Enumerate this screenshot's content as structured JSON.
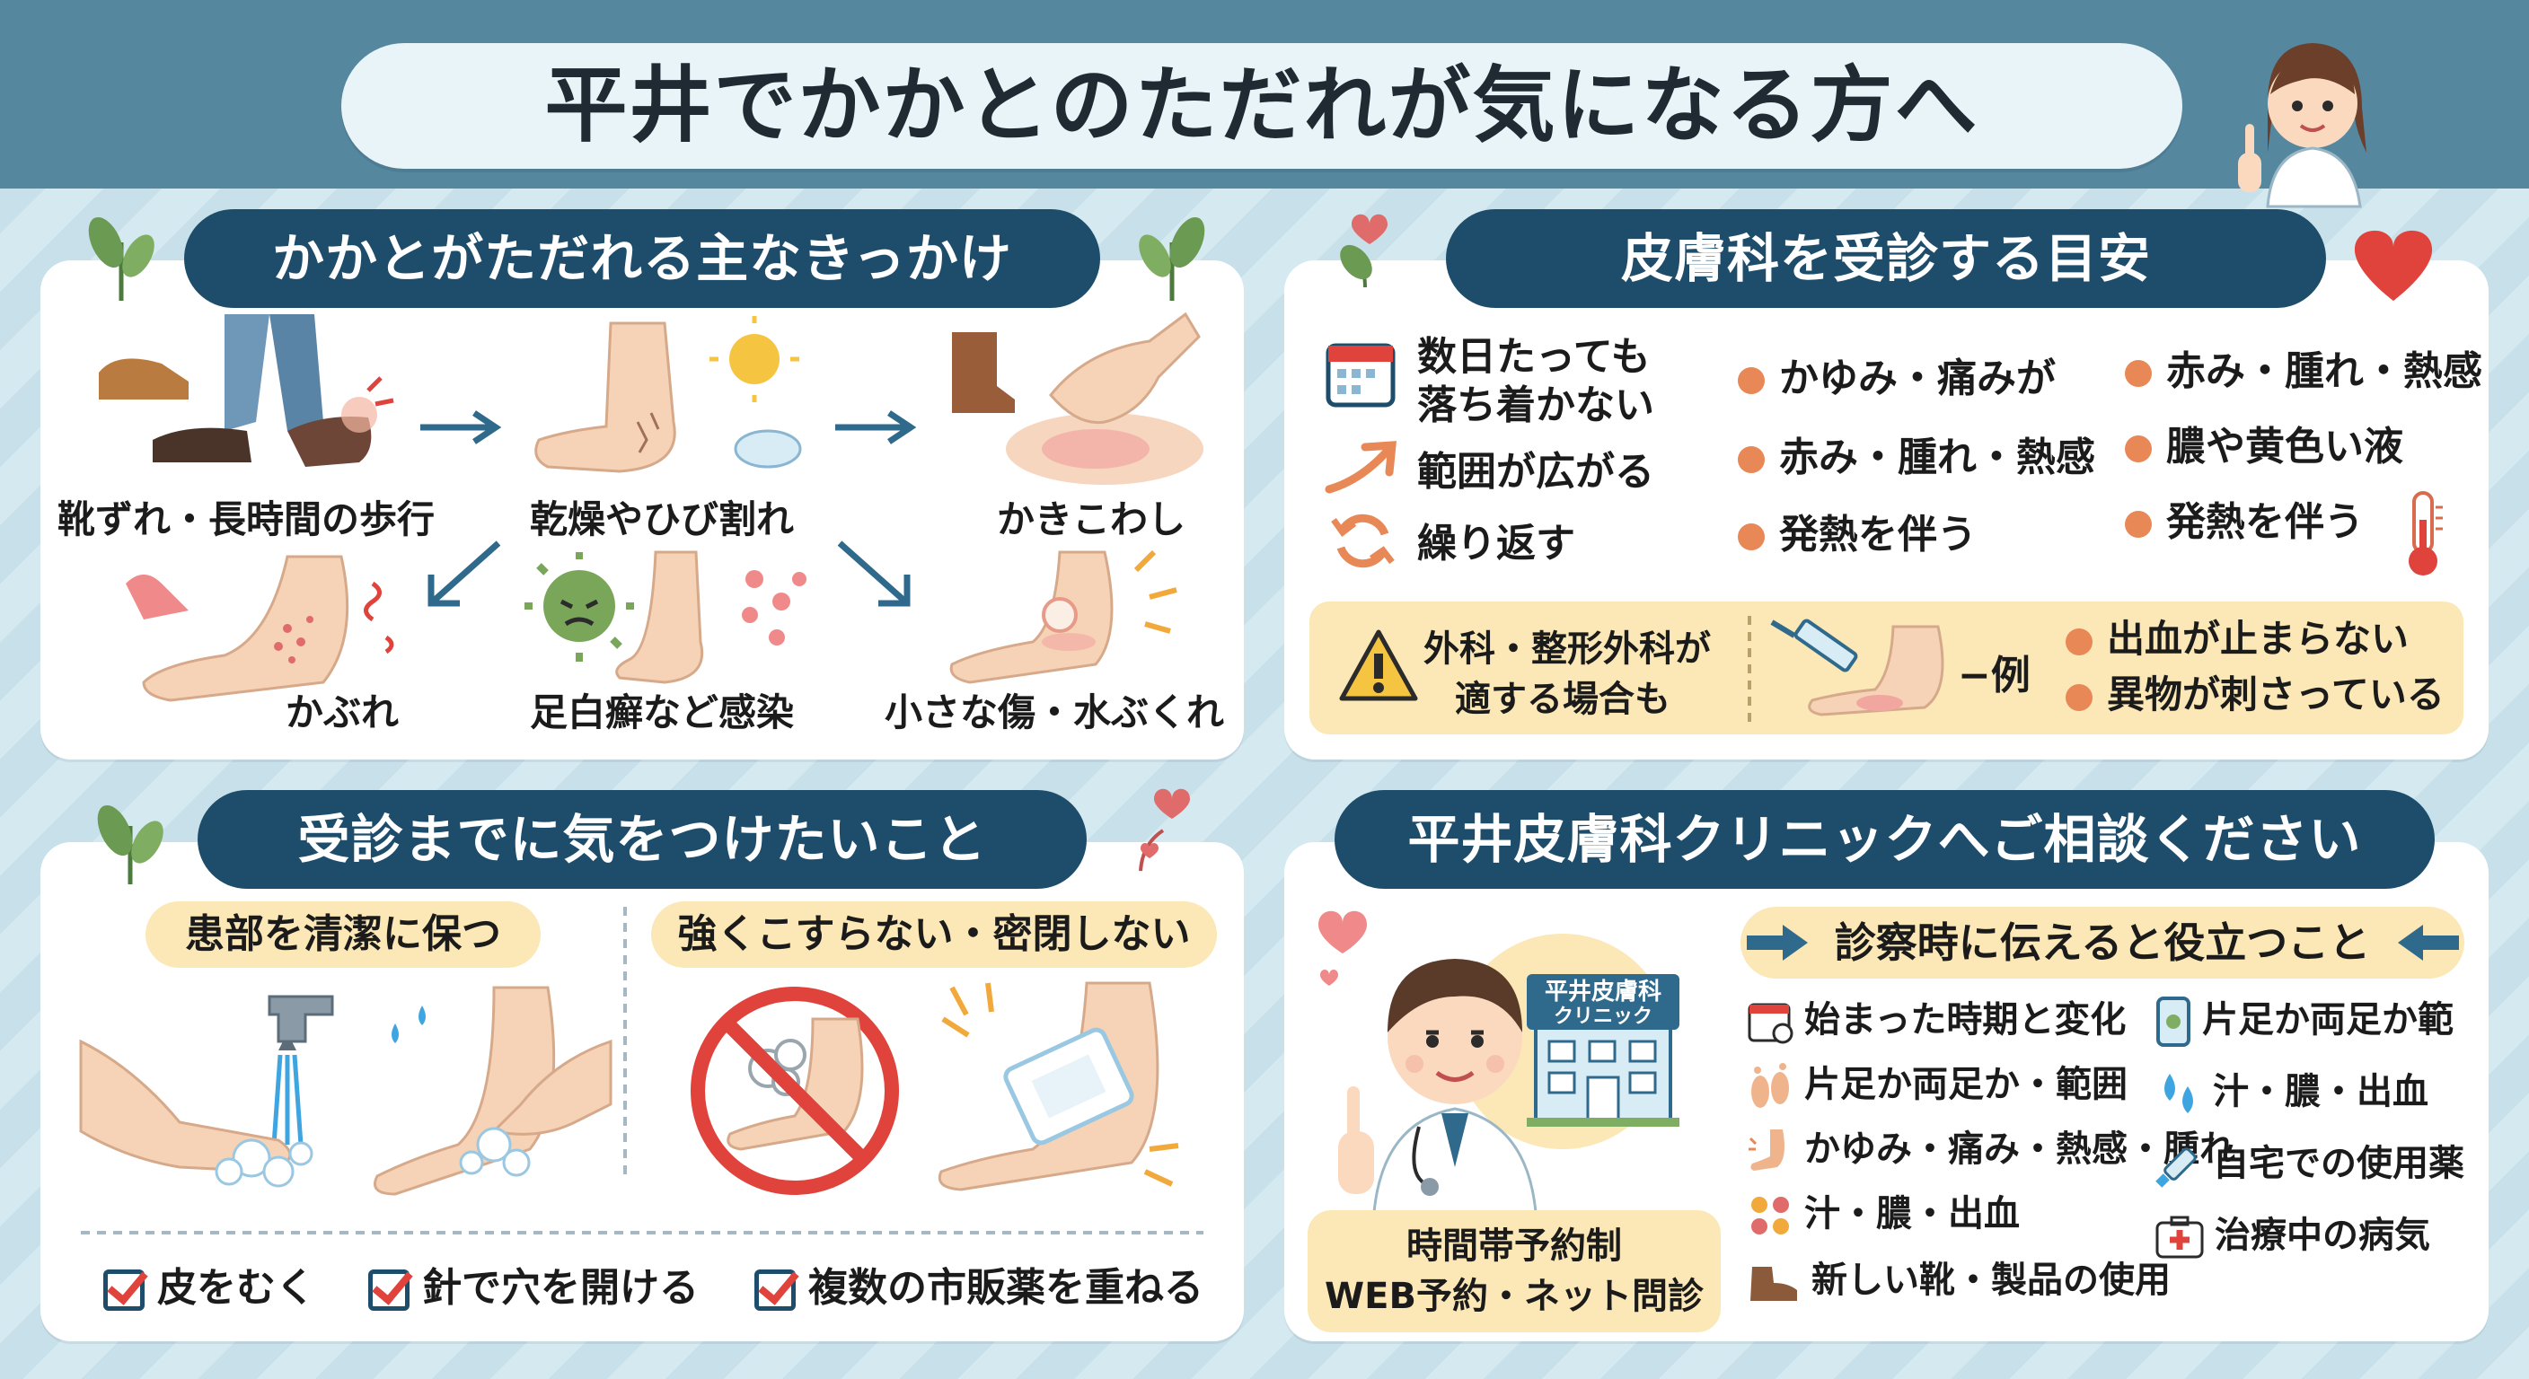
{
  "header": {
    "title": "平井でかかとのただれが気になる方へ"
  },
  "causes": {
    "title": "かかとがただれる主なきっかけ",
    "items": [
      "靴ずれ・長時間の歩行",
      "乾燥やひび割れ",
      "かきこわし",
      "かぶれ",
      "足白癬など感染",
      "小さな傷・水ぶくれ"
    ]
  },
  "criteria": {
    "title": "皮膚科を受診する目安",
    "left": [
      "数日たっても",
      "落ち着かない",
      "範囲が広がる",
      "繰り返す"
    ],
    "mid": [
      "かゆみ・痛みが",
      "赤み・腫れ・熱感",
      "発熱を伴う"
    ],
    "right": [
      "赤み・腫れ・熱感",
      "膿や黄色い液",
      "発熱を伴う"
    ],
    "warning": {
      "line1": "外科・整形外科が",
      "line2": "適する場合も",
      "example": "−例",
      "items": [
        "出血が止まらない",
        "異物が刺さっている"
      ]
    }
  },
  "care": {
    "title": "受診までに気をつけたいこと",
    "tag1": "患部を清潔に保つ",
    "tag2": "強くこすらない・密閉しない",
    "donts": [
      "皮をむく",
      "針で穴を開ける",
      "複数の市販薬を重ねる"
    ]
  },
  "clinic": {
    "title": "平井皮膚科クリニックへご相談ください",
    "sign_line1": "平井皮膚科",
    "sign_line2": "クリニック",
    "reserve": [
      "時間帯予約制",
      "WEB予約・ネット問診"
    ],
    "tips_title": "診察時に伝えると役立つこと",
    "tips_left": [
      "始まった時期と変化",
      "片足か両足か・範囲",
      "かゆみ・痛み・熱感・腫れ",
      "汁・膿・出血",
      "新しい靴・製品の使用"
    ],
    "tips_right": [
      "片足か両足か範",
      "汁・膿・出血",
      "自宅での使用薬",
      "治療中の病気"
    ]
  },
  "colors": {
    "navy": "#1e4d6b",
    "band": "#55879f",
    "accent": "#e88857",
    "cream": "#fbe8b6",
    "red": "#e0433b"
  },
  "icons": [
    "shoe-icon",
    "sun-icon",
    "cloud-icon",
    "virus-icon",
    "calendar-icon",
    "trend-arrow-icon",
    "refresh-icon",
    "warning-icon",
    "syringe-icon",
    "thermometer-icon",
    "faucet-icon",
    "no-rub-icon",
    "bandage-icon",
    "heart-icon",
    "leaf-icon",
    "doctor-icon",
    "clinic-building-icon",
    "checkbox-icon",
    "phone-icon",
    "droplet-icon",
    "ointment-icon",
    "first-aid-icon",
    "footprint-icon"
  ]
}
